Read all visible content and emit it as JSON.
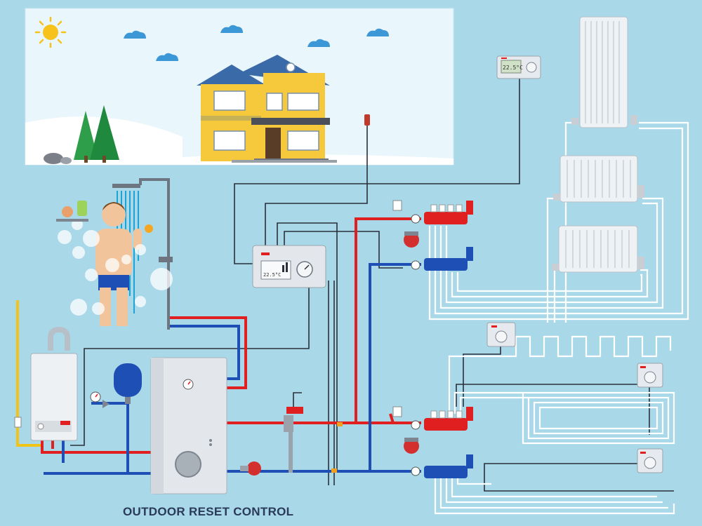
{
  "caption": "OUTDOOR RESET CONTROL",
  "thermostat_readout": "22.5°C",
  "controller_readout": "22.5°C",
  "colors": {
    "background": "#a9d9e9",
    "hot_pipe": "#e02020",
    "cold_pipe": "#1e4fb5",
    "control_wire": "#2b2f3a",
    "heating_loop": "#ffffff",
    "gas_pipe": "#f0c419",
    "house": "#f6c93c",
    "sky_panel": "#e9f6fb"
  },
  "icons": [
    "sun-icon",
    "cloud-icon",
    "house-icon",
    "tree-icon",
    "shower-icon",
    "boiler-icon",
    "water-tank-icon",
    "expansion-vessel-icon",
    "pump-icon",
    "manifold-icon",
    "radiator-icon",
    "thermostat-icon",
    "outdoor-sensor-icon",
    "pressure-gauge-icon",
    "mixing-valve-icon"
  ]
}
